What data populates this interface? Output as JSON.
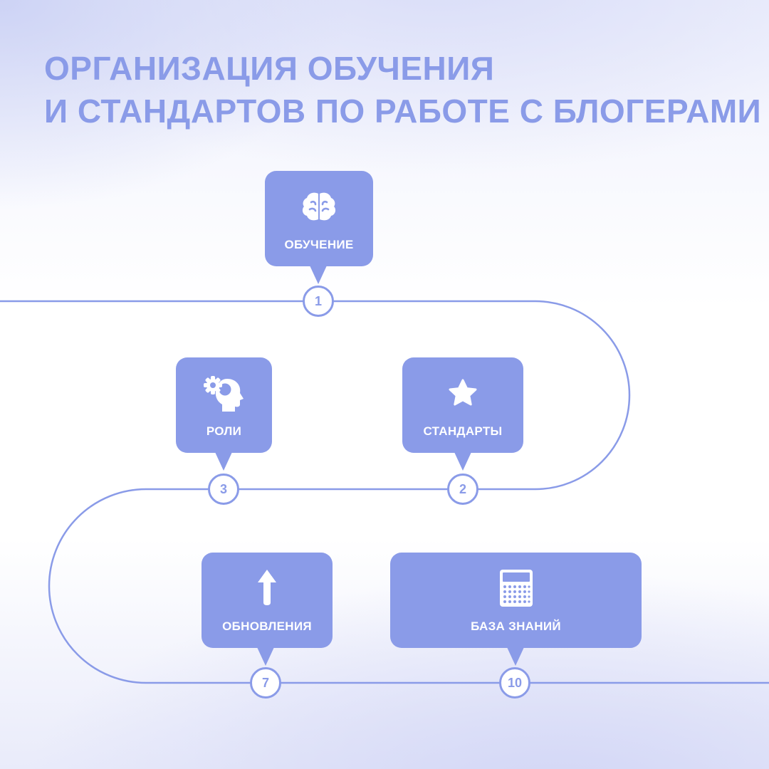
{
  "title": {
    "line1": "ОРГАНИЗАЦИЯ ОБУЧЕНИЯ",
    "line2": "И СТАНДАРТОВ ПО РАБОТЕ С БЛОГЕРАМИ"
  },
  "colors": {
    "accent": "#8a9be8",
    "path": "#8a9be8",
    "card_text": "#ffffff"
  },
  "steps": [
    {
      "number": "1",
      "label": "ОБУЧЕНИЕ",
      "icon": "brain-icon"
    },
    {
      "number": "2",
      "label": "СТАНДАРТЫ",
      "icon": "star-icon"
    },
    {
      "number": "3",
      "label": "РОЛИ",
      "icon": "head-gear-icon"
    },
    {
      "number": "7",
      "label": "ОБНОВЛЕНИЯ",
      "icon": "arrow-up-icon"
    },
    {
      "number": "10",
      "label": "БАЗА ЗНАНИЙ",
      "icon": "calculator-icon"
    }
  ]
}
